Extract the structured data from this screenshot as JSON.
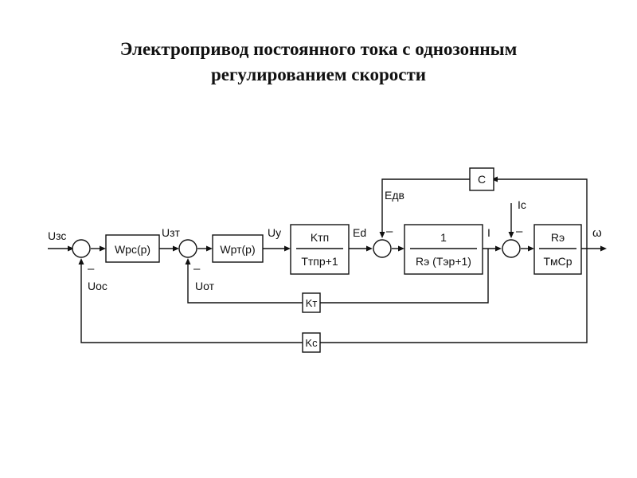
{
  "title": {
    "line1": "Электропривод постоянного тока с однозонным",
    "line2": "регулированием скорости"
  },
  "blocks": {
    "wrc": "Wрс(p)",
    "wrt": "Wрт(p)",
    "tp_num": "Kтп",
    "tp_den": "Tтпp+1",
    "arm_num": "1",
    "arm_den": "Rэ (Tэp+1)",
    "mech_num": "Rэ",
    "mech_den": "TмCp",
    "c": "C",
    "kt": "Kт",
    "kc": "Kс"
  },
  "signals": {
    "u_zs": "Uзс",
    "u_zt": "Uзт",
    "u_y": "Uу",
    "e_d": "Ed",
    "e_dv": "Eдв",
    "i": "I",
    "i_c": "Iс",
    "omega": "ω",
    "u_os": "Uос",
    "u_ot": "Uот"
  },
  "signs": {
    "sum1_minus": "–",
    "sum2_minus": "–",
    "sum3_minus": "–",
    "sum4_minus": "–"
  }
}
